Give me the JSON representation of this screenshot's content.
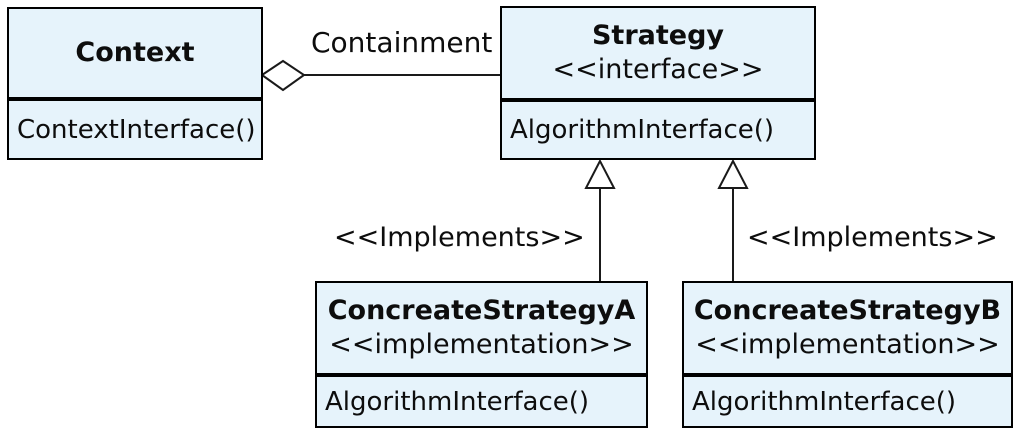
{
  "classes": {
    "context": {
      "name": "Context",
      "methods": [
        "ContextInterface()"
      ]
    },
    "strategy": {
      "name": "Strategy",
      "stereotype": "<<interface>>",
      "methods": [
        "AlgorithmInterface()"
      ]
    },
    "concrete_a": {
      "name": "ConcreateStrategyA",
      "stereotype": "<<implementation>>",
      "methods": [
        "AlgorithmInterface()"
      ]
    },
    "concrete_b": {
      "name": "ConcreateStrategyB",
      "stereotype": "<<implementation>>",
      "methods": [
        "AlgorithmInterface()"
      ]
    }
  },
  "relationships": {
    "containment": {
      "label": "Containment",
      "type": "aggregation"
    },
    "implements_a": {
      "label": "<<Implements>>",
      "type": "realization"
    },
    "implements_b": {
      "label": "<<Implements>>",
      "type": "realization"
    }
  },
  "colors": {
    "box_fill": "#e6f3fb",
    "box_border": "#000000",
    "line": "#1a1a1a",
    "text": "#0d0d0d",
    "background": "#ffffff"
  }
}
